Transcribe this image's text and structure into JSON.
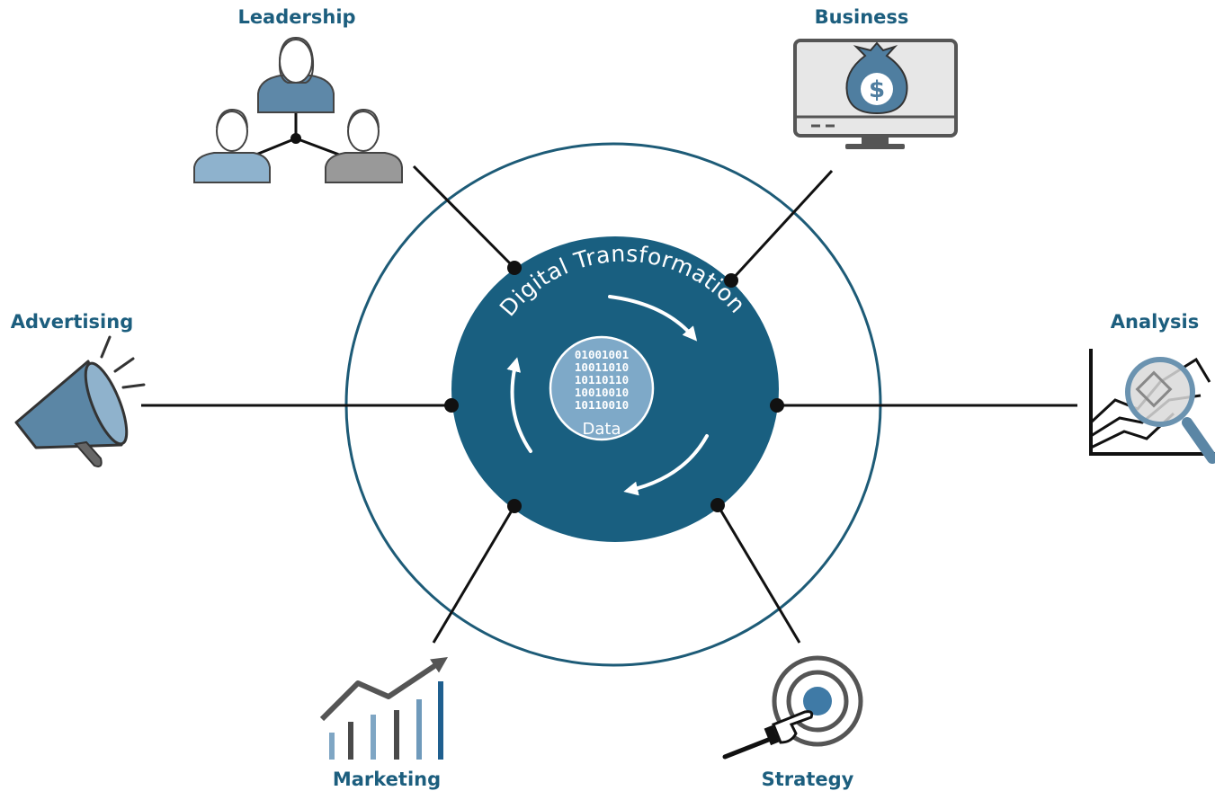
{
  "center": {
    "title": "Digital Transformation",
    "data_label": "Data",
    "binary": [
      "01001001",
      "10011010",
      "10110110",
      "10010010",
      "10110010"
    ]
  },
  "nodes": {
    "leadership": {
      "label": "Leadership",
      "icon": "people-network-icon"
    },
    "business": {
      "label": "Business",
      "icon": "monitor-money-bag-icon"
    },
    "advertising": {
      "label": "Advertising",
      "icon": "megaphone-icon"
    },
    "analysis": {
      "label": "Analysis",
      "icon": "chart-magnifier-icon"
    },
    "marketing": {
      "label": "Marketing",
      "icon": "growth-chart-icon"
    },
    "strategy": {
      "label": "Strategy",
      "icon": "target-hand-icon"
    }
  },
  "colors": {
    "core": "#195f80",
    "ring": "#1d5b77",
    "data_circle": "#7ea9c8",
    "label": "#1c5e7e",
    "line": "#111111",
    "icon_blue": "#5f89a8",
    "icon_light_blue": "#8fb2cc",
    "icon_gray": "#8a8a8a"
  }
}
